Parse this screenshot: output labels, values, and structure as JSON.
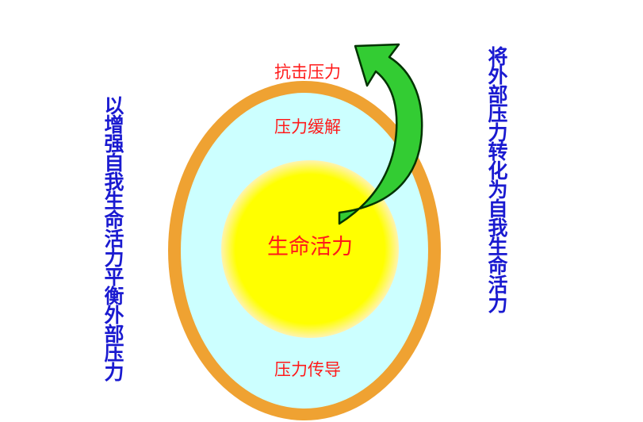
{
  "labels": {
    "outer": "抗击压力",
    "middle_top": "压力缓解",
    "center": "生命活力",
    "middle_bottom": "压力传导"
  },
  "captions": {
    "left": "以增强自我生命活力平衡外部压力",
    "right": "将外部压力转化为自我生命活力"
  },
  "colors": {
    "outer_ring": "#efa232",
    "middle_fill": "#ccffff",
    "core_fill": "#ffff00",
    "core_glow": "#fff7c2",
    "arrow_fill": "#33cc33",
    "label_text": "#ff1a1a",
    "caption_text": "#1a1ad0"
  },
  "icons": {
    "arrow": "curved-up-arrow-icon"
  }
}
